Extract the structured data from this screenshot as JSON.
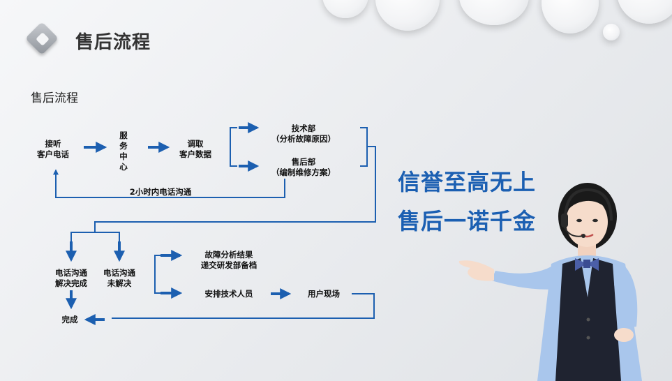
{
  "header": {
    "title": "售后流程"
  },
  "section": {
    "title": "售后流程"
  },
  "nodes": {
    "answer_call": "接听\n客户电话",
    "service_center": "服\n务\n中\n心",
    "retrieve_data": "调取\n客户数据",
    "tech_dept": "技术部\n（分析故障原因）",
    "after_sales_dept": "售后部\n（编制维修方案）",
    "callback_label": "2小时内电话沟通",
    "resolved_by_phone": "电话沟通\n解决完成",
    "unresolved_by_phone": "电话沟通\n未解决",
    "fault_report": "故障分析结果\n递交研发部备档",
    "assign_tech": "安排技术人员",
    "onsite": "用户现场",
    "done": "完成"
  },
  "slogan": {
    "line1": "信誉至高无上",
    "line2": "售后一诺千金"
  },
  "colors": {
    "flow": "#1c5fb0",
    "slogan": "#1b5fb2"
  }
}
